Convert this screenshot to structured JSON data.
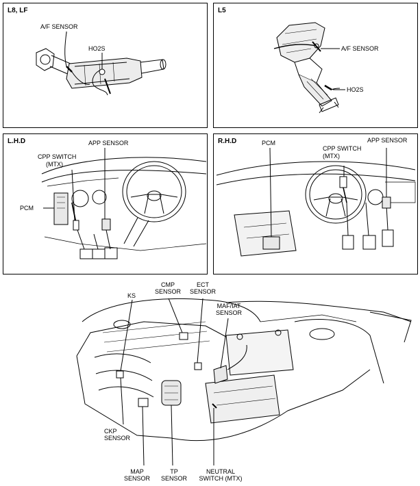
{
  "panels": {
    "l8lf": {
      "title": "L8, LF",
      "af_sensor": "A/F SENSOR",
      "ho2s": "HO2S"
    },
    "l5": {
      "title": "L5",
      "af_sensor": "A/F SENSOR",
      "ho2s": "HO2S"
    },
    "lhd": {
      "title": "L.H.D",
      "app_sensor": "APP SENSOR",
      "cpp_switch": "CPP SWITCH",
      "cpp_mtx": "(MTX)",
      "pcm": "PCM"
    },
    "rhd": {
      "title": "R.H.D",
      "pcm": "PCM",
      "cpp_switch": "CPP SWITCH",
      "cpp_mtx": "(MTX)",
      "app_sensor": "APP SENSOR"
    }
  },
  "engine": {
    "ks": "KS",
    "cmp_line1": "CMP",
    "cmp_line2": "SENSOR",
    "ect_line1": "ECT",
    "ect_line2": "SENSOR",
    "maf_line1": "MAF/IAT",
    "maf_line2": "SENSOR",
    "ckp_line1": "CKP",
    "ckp_line2": "SENSOR",
    "map_line1": "MAP",
    "map_line2": "SENSOR",
    "tp_line1": "TP",
    "tp_line2": "SENSOR",
    "neutral_line1": "NEUTRAL",
    "neutral_line2": "SWITCH (MTX)"
  }
}
